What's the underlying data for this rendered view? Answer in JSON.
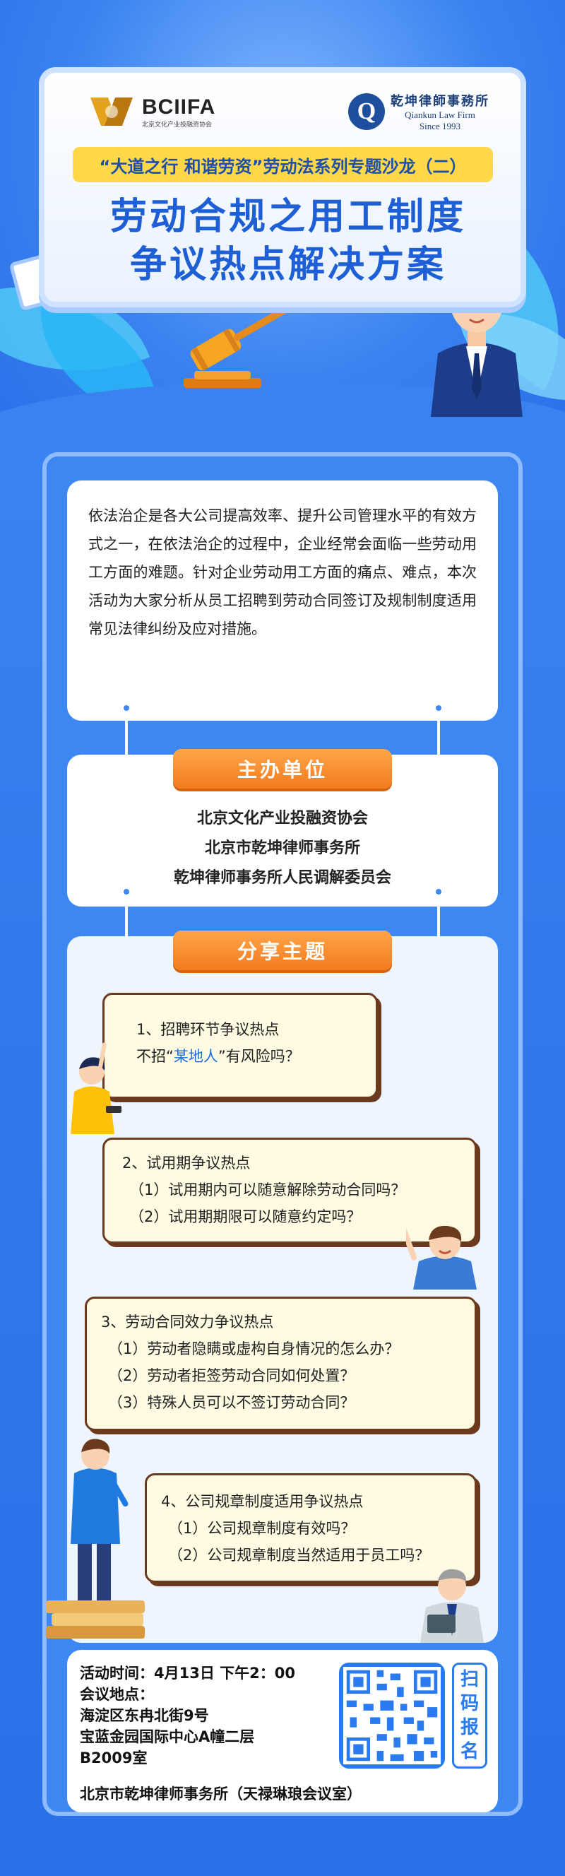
{
  "header": {
    "logo_left_name": "BCIIFA",
    "logo_left_sub": "北京文化产业投融资协会",
    "logo_right_name": "乾坤律師事務所",
    "logo_right_en": "Qiankun Law Firm",
    "logo_right_since": "Since 1993",
    "logo_right_mark": "Q",
    "subtitle": "“大道之行 和谐劳资”劳动法系列专题沙龙（二）",
    "title_line1": "劳动合规之用工制度",
    "title_line2": "争议热点解决方案"
  },
  "intro": {
    "text": "依法治企是各大公司提高效率、提升公司管理水平的有效方式之一，在依法治企的过程中，企业经常会面临一些劳动用工方面的难题。针对企业劳动用工方面的痛点、难点，本次活动为大家分析从员工招聘到劳动合同签订及规制制度适用常见法律纠纷及应对措施。"
  },
  "hosts": {
    "label": "主办单位",
    "items": [
      "北京文化产业投融资协会",
      "北京市乾坤律师事务所",
      "乾坤律师事务所人民调解委员会"
    ]
  },
  "topics": {
    "label": "分享主题",
    "t1": {
      "title": "1、招聘环节争议热点",
      "line_pre": "不招“",
      "line_hl": "某地人",
      "line_post": "”有风险吗？"
    },
    "t2": {
      "title": "2、试用期争议热点",
      "items": [
        "（1）试用期内可以随意解除劳动合同吗？",
        "（2）试用期期限可以随意约定吗？"
      ]
    },
    "t3": {
      "title": "3、劳动合同效力争议热点",
      "items": [
        "（1）劳动者隐瞒或虚构自身情况的怎么办？",
        "（2）劳动者拒签劳动合同如何处置？",
        "（3）特殊人员可以不签订劳动合同？"
      ]
    },
    "t4": {
      "title": "4、公司规章制度适用争议热点",
      "items": [
        "（1）公司规章制度有效吗？",
        "（2）公司规章制度当然适用于员工吗？"
      ]
    }
  },
  "footer": {
    "time": "活动时间：4月13日 下午2：00",
    "place_label": "会议地点：",
    "place_1": "海淀区东冉北街9号",
    "place_2": "宝蓝金园国际中心A幢二层",
    "place_3": "B2009室",
    "venue": "北京市乾坤律师事务所（天禄琳琅会议室）",
    "scan": [
      "扫",
      "码",
      "报",
      "名"
    ]
  },
  "colors": {
    "primary_blue": "#2a6fe8",
    "title_blue": "#1e5fd6",
    "accent_orange": "#f47a1e",
    "subtitle_yellow": "#ffd84a",
    "bubble_fill": "#fffbe2"
  }
}
